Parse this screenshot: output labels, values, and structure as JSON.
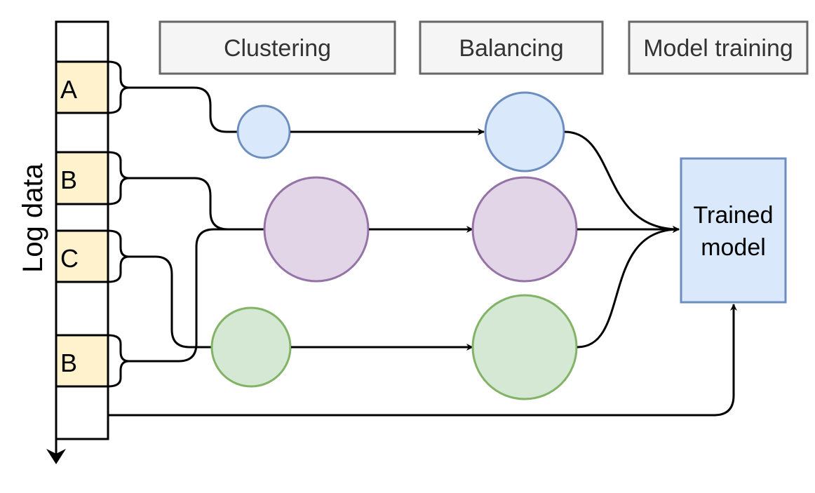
{
  "stages": {
    "clustering": "Clustering",
    "balancing": "Balancing",
    "model_training": "Model training"
  },
  "log": {
    "label": "Log data",
    "segments": [
      "A",
      "B",
      "C",
      "B"
    ]
  },
  "model": {
    "line1": "Trained",
    "line2": "model"
  },
  "colors": {
    "stage_fill": "#f5f5f5",
    "stage_stroke": "#666666",
    "segment_fill": "#fff2cc",
    "blue_fill": "#dae8fc",
    "blue_stroke": "#6c8ebf",
    "purple_fill": "#e1d5e7",
    "purple_stroke": "#9673a6",
    "green_fill": "#d5e8d4",
    "green_stroke": "#82b366",
    "model_fill": "#dae8fc",
    "model_stroke": "#6c8ebf"
  }
}
